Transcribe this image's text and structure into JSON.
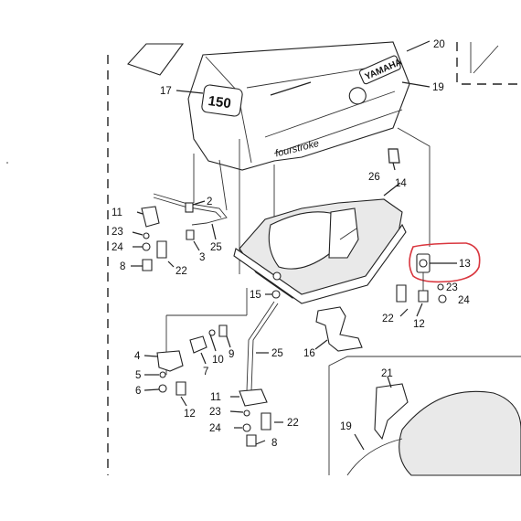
{
  "callouts": [
    {
      "id": "c17",
      "text": "17"
    },
    {
      "id": "c20",
      "text": "20"
    },
    {
      "id": "c19t",
      "text": "19"
    },
    {
      "id": "c26",
      "text": "26"
    },
    {
      "id": "c14",
      "text": "14"
    },
    {
      "id": "c11a",
      "text": "11"
    },
    {
      "id": "c2",
      "text": "2"
    },
    {
      "id": "c23a",
      "text": "23"
    },
    {
      "id": "c24a",
      "text": "24"
    },
    {
      "id": "c25a",
      "text": "25"
    },
    {
      "id": "c3",
      "text": "3"
    },
    {
      "id": "c8a",
      "text": "8"
    },
    {
      "id": "c22a",
      "text": "22"
    },
    {
      "id": "c13",
      "text": "13"
    },
    {
      "id": "c23b",
      "text": "23"
    },
    {
      "id": "c24b",
      "text": "24"
    },
    {
      "id": "c22b",
      "text": "22"
    },
    {
      "id": "c12a",
      "text": "12"
    },
    {
      "id": "c15",
      "text": "15"
    },
    {
      "id": "c16",
      "text": "16"
    },
    {
      "id": "c4",
      "text": "4"
    },
    {
      "id": "c10",
      "text": "10"
    },
    {
      "id": "c9",
      "text": "9"
    },
    {
      "id": "c25b",
      "text": "25"
    },
    {
      "id": "c5",
      "text": "5"
    },
    {
      "id": "c7",
      "text": "7"
    },
    {
      "id": "c6",
      "text": "6"
    },
    {
      "id": "c12b",
      "text": "12"
    },
    {
      "id": "c21",
      "text": "21"
    },
    {
      "id": "c11b",
      "text": "11"
    },
    {
      "id": "c23c",
      "text": "23"
    },
    {
      "id": "c22c",
      "text": "22"
    },
    {
      "id": "c24c",
      "text": "24"
    },
    {
      "id": "c8b",
      "text": "8"
    },
    {
      "id": "c19b",
      "text": "19"
    }
  ],
  "cowl_text": {
    "model_number": "150",
    "brand_script": "fourstroke",
    "brand": "YAMAHA"
  },
  "highlight_color": "#d9363e",
  "line_color": "#222222"
}
